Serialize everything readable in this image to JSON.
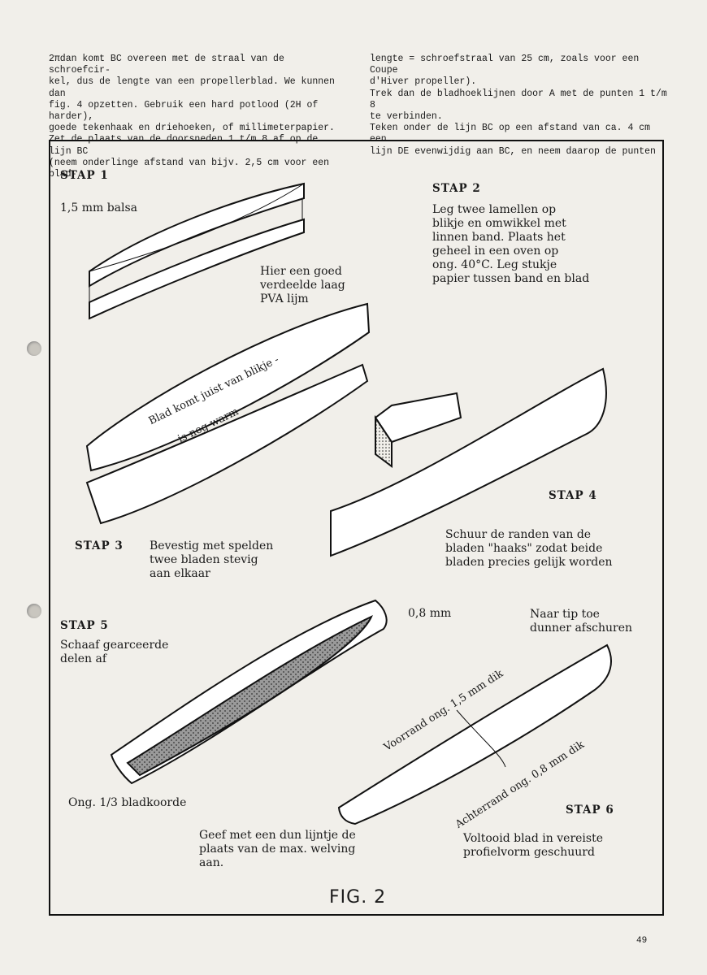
{
  "text": {
    "left_column": "2πdan komt BC overeen met de straal van de schroefcir-\nkel, dus de lengte van een propellerblad. We kunnen dan\nfig. 4 opzetten. Gebruik een hard potlood (2H of harder),\ngoede tekenhaak en driehoeken, of millimeterpapier.\nZet de plaats van de doorsneden 1 t/m 8 af op de lijn BC\n(neem onderlinge afstand van bijv. 2,5 cm voor een blad-",
    "right_column": "lengte = schroefstraal van 25 cm, zoals voor een Coupe\nd'Hiver propeller).\nTrek dan de bladhoeklijnen door A met de punten 1 t/m 8\nte verbinden.\nTeken onder de lijn BC op een afstand van ca. 4 cm een\nlijn DE evenwijdig aan BC, en neem daarop de punten"
  },
  "figure": {
    "caption": "FIG. 2",
    "stap1": {
      "title": "STAP 1",
      "label_balsa": "1,5 mm balsa",
      "label_glue": "Hier een goed\nverdeelde laag\nPVA lijm"
    },
    "stap2": {
      "title": "STAP 2",
      "text": "Leg twee lamellen op\nblikje en omwikkel met\nlinnen band. Plaats het\ngeheel in een oven op\nong. 40°C. Leg stukje\npapier tussen band en blad"
    },
    "stap3": {
      "title": "STAP 3",
      "text": "Bevestig met spelden\ntwee bladen stevig\naan elkaar",
      "blade_text_1": "Blad komt juist van blikje -",
      "blade_text_2": "is nog warm"
    },
    "stap4": {
      "title": "STAP 4",
      "text": "Schuur de randen van de\nbladen \"haaks\" zodat beide\nbladen precies gelijk worden"
    },
    "stap5": {
      "title": "STAP 5",
      "text": "Schaaf gearceerde\ndelen af",
      "dim_08": "0,8 mm",
      "chord_label": "Ong. 1/3 bladkoorde"
    },
    "stap6": {
      "title": "STAP 6",
      "tip_text": "Naar tip toe\ndunner afschuren",
      "voorrand": "Voorrand ong. 1,5 mm dik",
      "achterrand": "Achterrand ong. 0,8 mm dik",
      "text": "Voltooid blad in vereiste\nprofielvorm geschuurd",
      "note": "Geef met een dun lijntje de\nplaats van de max. welving\naan."
    }
  },
  "page_number": "49"
}
